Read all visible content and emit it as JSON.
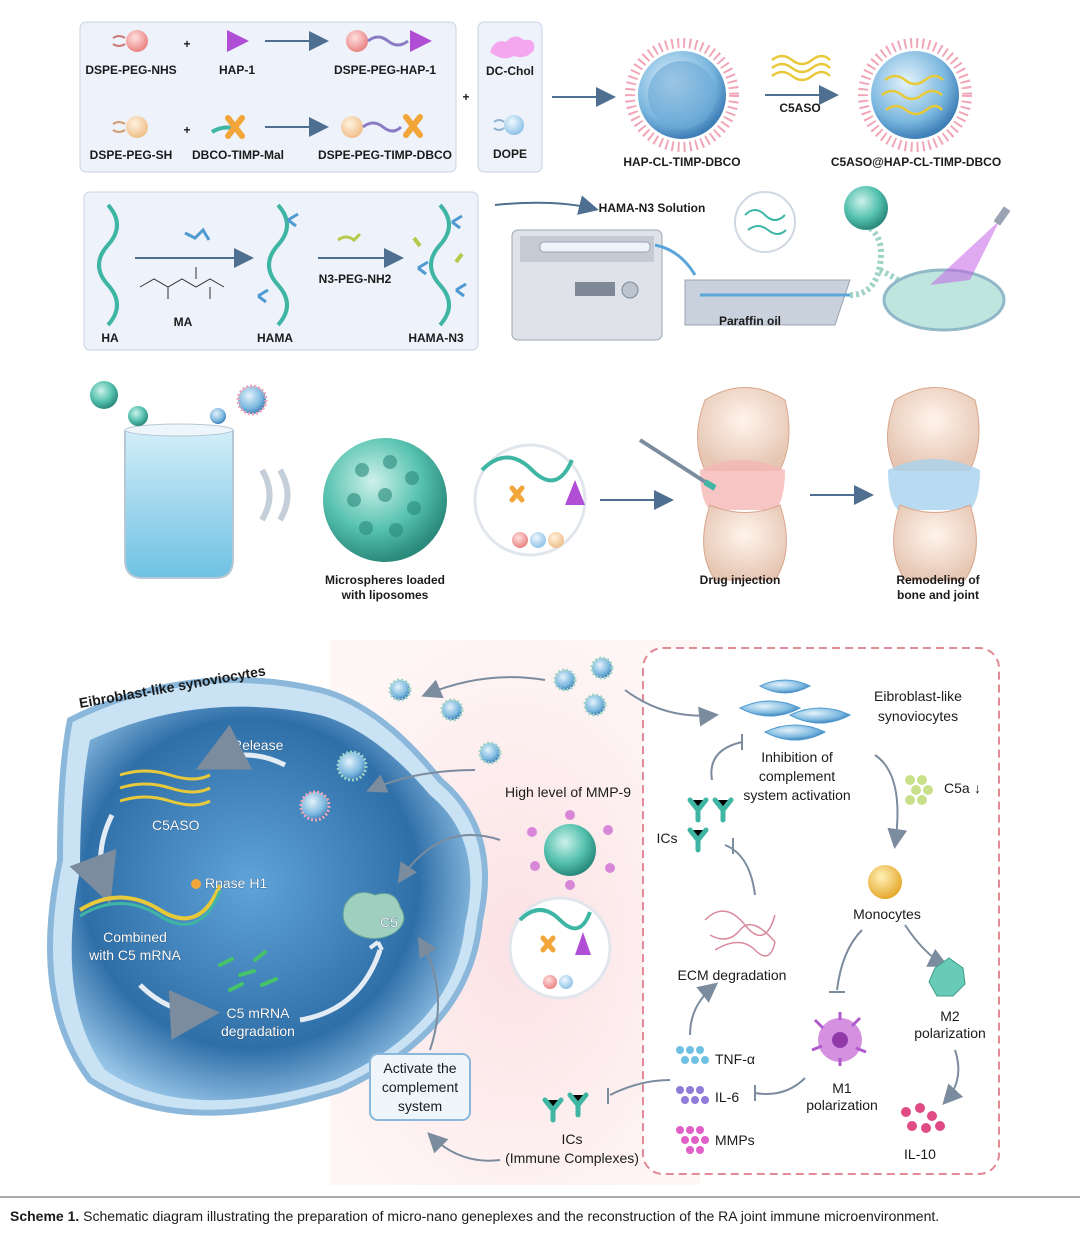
{
  "panel1": {
    "dspe_peg_nhs": "DSPE-PEG-NHS",
    "hap1": "HAP-1",
    "dspe_peg_hap1": "DSPE-PEG-HAP-1",
    "dspe_peg_sh": "DSPE-PEG-SH",
    "dbco_timp_mal": "DBCO-TIMP-Mal",
    "dspe_peg_timp_dbco": "DSPE-PEG-TIMP-DBCO",
    "dc_chol": "DC-Chol",
    "dope": "DOPE",
    "plus": "+",
    "hap_cl_timp_dbco": "HAP-CL-TIMP-DBCO",
    "c5aso": "C5ASO",
    "c5aso_hap": "C5ASO@HAP-CL-TIMP-DBCO"
  },
  "panel2": {
    "ha": "HA",
    "ma": "MA",
    "hama": "HAMA",
    "n3_peg": "N3-PEG-NH2",
    "hama_n3": "HAMA-N3",
    "solution": "HAMA-N3 Solution",
    "paraffin": "Paraffin oil"
  },
  "panel3": {
    "microspheres_1": "Microspheres loaded",
    "microspheres_2": "with liposomes",
    "drug_injection": "Drug injection",
    "remodeling_1": "Remodeling of",
    "remodeling_2": "bone and joint"
  },
  "panel4": {
    "fls_title": "Eibroblast-like synoviocytes",
    "release": "Release",
    "c5aso": "C5ASO",
    "rnase": "Rnase H1",
    "combined_1": "Combined",
    "combined_2": "with C5 mRNA",
    "c5_deg_1": "C5 mRNA",
    "c5_deg_2": "degradation",
    "c5": "C5",
    "activate_1": "Activate the",
    "activate_2": "complement",
    "activate_3": "system",
    "mmp9": "High level of MMP-9",
    "fls_r1": "Eibroblast-like",
    "fls_r2": "synoviocytes",
    "inhibit_1": "Inhibition of",
    "inhibit_2": "complement",
    "inhibit_3": "system activation",
    "c5a": "C5a",
    "down_arrow": "↓",
    "ics": "ICs",
    "monocytes": "Monocytes",
    "ecm": "ECM degradation",
    "m2_1": "M2",
    "m2_2": "polarization",
    "m1_1": "M1",
    "m1_2": "polarization",
    "tnf": "TNF-α",
    "il6": "IL-6",
    "mmps": "MMPs",
    "il10": "IL-10",
    "ics2": "ICs",
    "immune_complexes": "(Immune Complexes)"
  },
  "caption": {
    "label": "Scheme 1.",
    "text": "Schematic diagram illustrating the preparation of micro-nano geneplexes and the reconstruction of the RA joint immune microenvironment."
  },
  "colors": {
    "teal": "#3fb6a4",
    "blue": "#4f9bd1",
    "pink": "#ef8fa0",
    "purple": "#b04fd6",
    "orange": "#f2a63a",
    "yellow": "#e8c93a"
  }
}
